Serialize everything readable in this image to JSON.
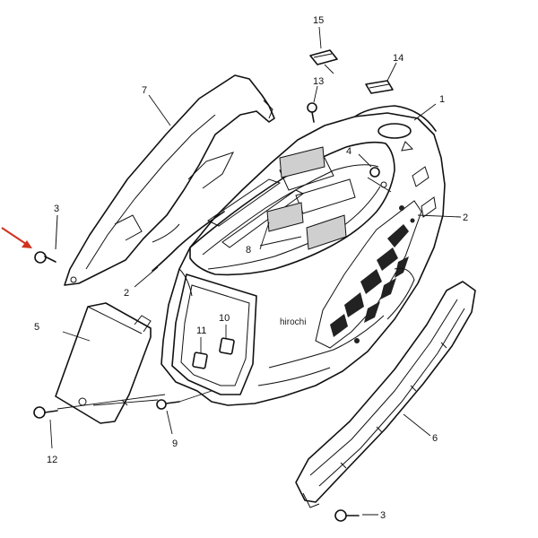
{
  "labels": {
    "part_1": "1",
    "part_2a": "2",
    "part_2b": "2",
    "part_3a": "3",
    "part_3b": "3",
    "part_4": "4",
    "part_5": "5",
    "part_6": "6",
    "part_7": "7",
    "part_8": "8",
    "part_9": "9",
    "part_10": "10",
    "part_11": "11",
    "part_12": "12",
    "part_13": "13",
    "part_14": "14",
    "part_15": "15"
  },
  "watermark": "hirochi",
  "colors": {
    "line": "#111111",
    "pointer_arrow": "#d0311f",
    "background": "#ffffff"
  }
}
